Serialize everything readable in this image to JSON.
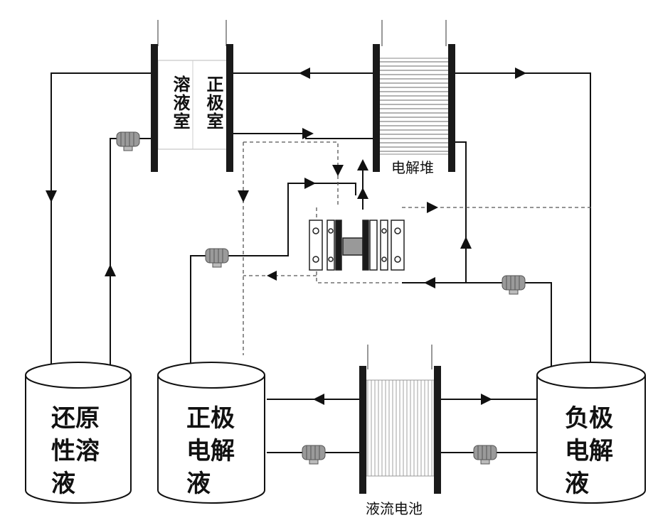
{
  "labels": {
    "chamber_solution": "溶液室",
    "chamber_positive": "正极室",
    "electrolysis_stack": "电解堆",
    "flow_battery": "液流电池",
    "tank_reducing": [
      "还原",
      "性溶",
      "液"
    ],
    "tank_positive": [
      "正极",
      "电解",
      "液"
    ],
    "tank_negative": [
      "负极",
      "电解",
      "液"
    ]
  },
  "colors": {
    "line": "#111111",
    "plate": "#1a1a1a",
    "dashed": "#555555",
    "stack_fill": "#d8d8d8",
    "pump": "#8a8a8a"
  },
  "icons": [
    "pump-icon",
    "flow-arrow-icon",
    "tank-icon",
    "electrode-plate-icon"
  ]
}
